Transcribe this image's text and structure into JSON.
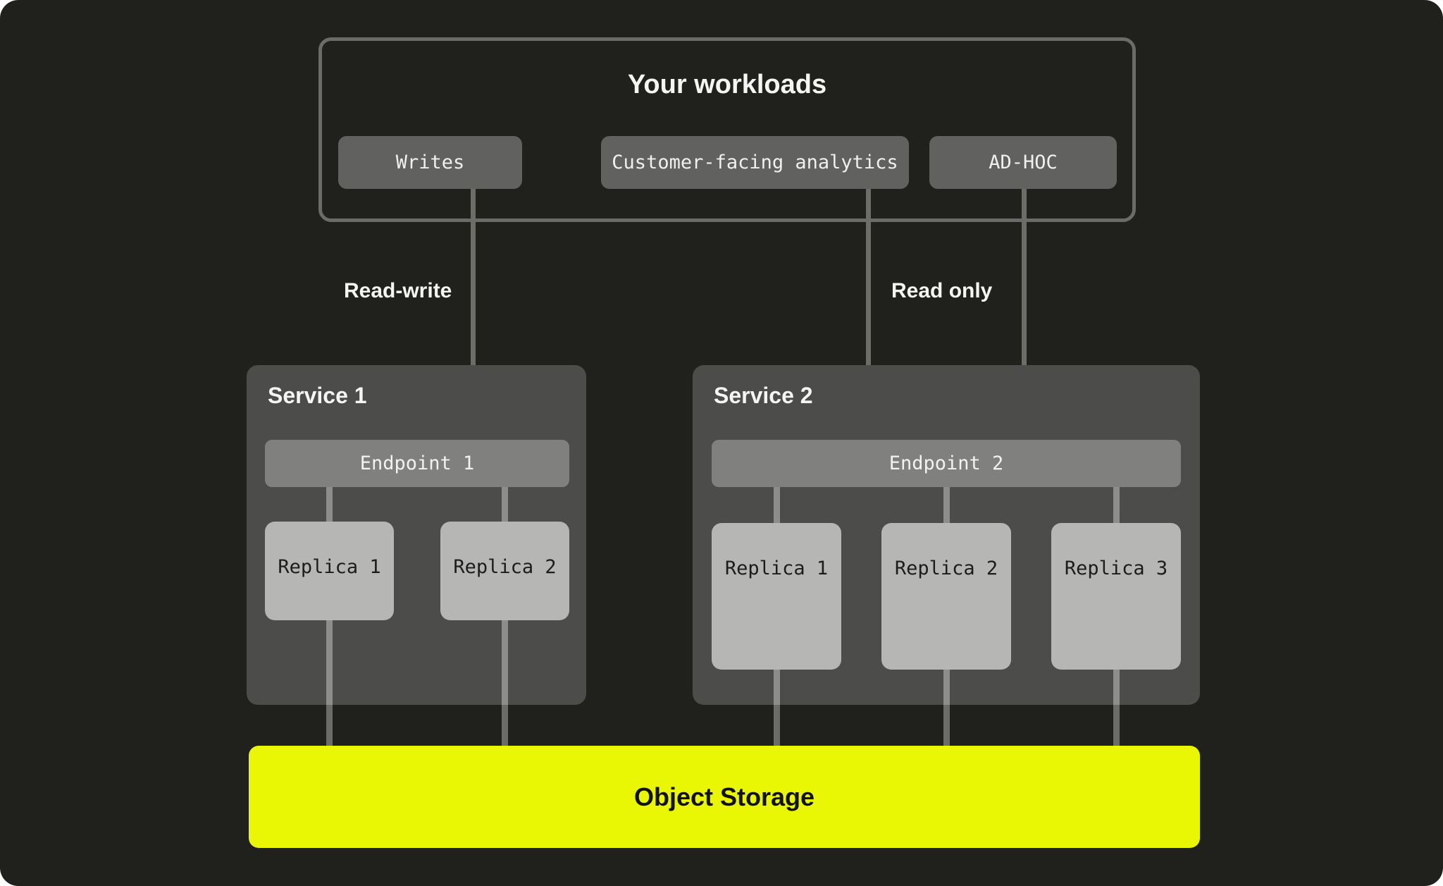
{
  "workloads": {
    "title": "Your workloads",
    "pills": [
      {
        "label": "Writes"
      },
      {
        "label": "Customer-facing analytics"
      },
      {
        "label": "AD-HOC"
      }
    ]
  },
  "edges": {
    "read_write_label": "Read-write",
    "read_only_label": "Read only"
  },
  "services": [
    {
      "title": "Service 1",
      "endpoint_label": "Endpoint 1",
      "replicas": [
        {
          "label": "Replica 1"
        },
        {
          "label": "Replica 2"
        }
      ]
    },
    {
      "title": "Service 2",
      "endpoint_label": "Endpoint 2",
      "replicas": [
        {
          "label": "Replica 1"
        },
        {
          "label": "Replica 2"
        },
        {
          "label": "Replica 3"
        }
      ]
    }
  ],
  "storage": {
    "label": "Object Storage"
  },
  "colors": {
    "background": "#20211d",
    "panel": "#4c4c4a",
    "pill": "#616160",
    "endpoint": "#80807e",
    "replica": "#b6b6b4",
    "accent": "#e9f604",
    "border": "#6b6b69",
    "line": "#6d6d68",
    "line_light": "#8d8d8b",
    "line_dim": "#6b6b67",
    "text_light": "#f5f5f3",
    "text_dark": "#1c1c1a",
    "storage_text": "#121212"
  }
}
